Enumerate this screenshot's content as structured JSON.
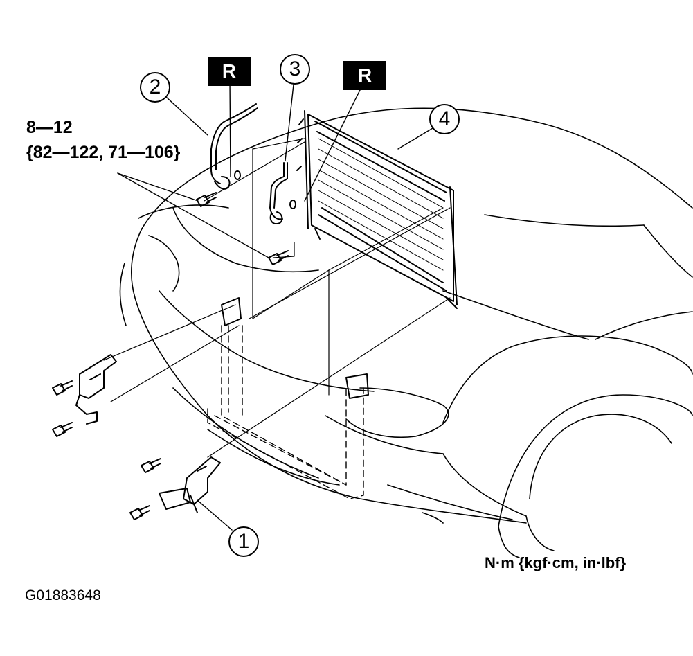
{
  "torque": {
    "nm": "8—12",
    "alt_units": "{82—122, 71—106}"
  },
  "units_note": "N·m {kgf·cm, in·lbf}",
  "figure_id": "G01883648",
  "callouts": [
    "1",
    "2",
    "3",
    "4"
  ],
  "replace_marker": "R"
}
